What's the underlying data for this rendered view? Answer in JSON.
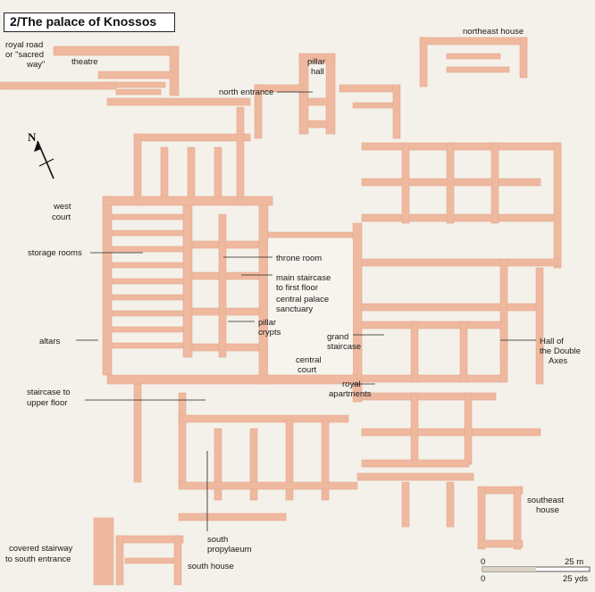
{
  "title": "2/The palace of Knossos",
  "compass": {
    "north_label": "N",
    "icon": "north-arrow-icon"
  },
  "labels": {
    "royal_road_1": "royal road",
    "royal_road_2": "or \"sacred",
    "royal_road_3": "way\"",
    "theatre": "theatre",
    "northeast_house": "northeast house",
    "pillar_hall_1": "pillar",
    "pillar_hall_2": "hall",
    "north_entrance": "north entrance",
    "west_court_1": "west",
    "west_court_2": "court",
    "storage_rooms": "storage rooms",
    "throne_room": "throne room",
    "main_staircase_1": "main staircase",
    "main_staircase_2": "to first floor",
    "central_sanctuary_1": "central palace",
    "central_sanctuary_2": "sanctuary",
    "pillar_crypts_1": "pillar",
    "pillar_crypts_2": "crypts",
    "grand_staircase_1": "grand",
    "grand_staircase_2": "staircase",
    "hall_double_axes_1": "Hall of",
    "hall_double_axes_2": "the Double",
    "hall_double_axes_3": "Axes",
    "altars": "altars",
    "central_court_1": "central",
    "central_court_2": "court",
    "royal_apartments_1": "royal",
    "royal_apartments_2": "apartments",
    "staircase_upper_1": "staircase to",
    "staircase_upper_2": "upper floor",
    "south_propylaeum_1": "south",
    "south_propylaeum_2": "propylaeum",
    "southeast_house_1": "southeast",
    "southeast_house_2": "house",
    "covered_stairway_1": "covered stairway",
    "covered_stairway_2": "to south entrance",
    "south_house": "south house"
  },
  "scale": {
    "zero_m": "0",
    "max_m": "25 m",
    "zero_yds": "0",
    "max_yds": "25 yds"
  },
  "colors": {
    "walls": "#efb9a0",
    "background": "#f4f1ea",
    "text": "#1a1a1a"
  }
}
